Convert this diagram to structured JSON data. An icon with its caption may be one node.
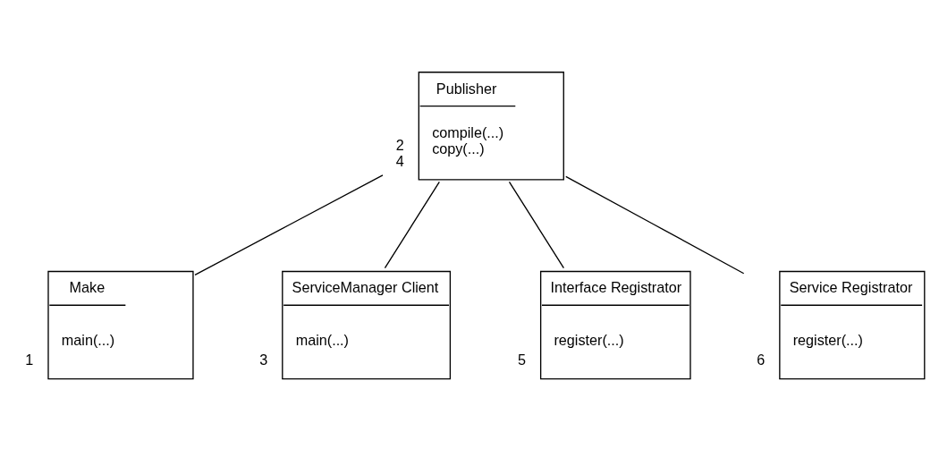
{
  "diagram": {
    "nodes": [
      {
        "text": [
          "Publisher",
          "compile(...)",
          "copy(...)"
        ],
        "beside": [
          "2",
          "4"
        ]
      },
      {
        "text": [
          "Make",
          "main(...)"
        ],
        "beside": [
          "1"
        ]
      },
      {
        "text": [
          "ServiceManager Client",
          "main(...)"
        ],
        "beside": [
          "3"
        ]
      },
      {
        "text": [
          "Interface Registrator",
          "register(...)"
        ],
        "beside": [
          "5"
        ]
      },
      {
        "text": [
          "Service Registrator",
          "register(...)"
        ],
        "beside": [
          "6"
        ]
      }
    ],
    "edges": [
      {
        "from": 0,
        "to": 1,
        "arrow": "none"
      },
      {
        "from": 0,
        "to": 2,
        "arrow": "none"
      },
      {
        "from": 0,
        "to": 3,
        "arrow": "none"
      },
      {
        "from": 0,
        "to": 4,
        "arrow": "none"
      }
    ]
  }
}
